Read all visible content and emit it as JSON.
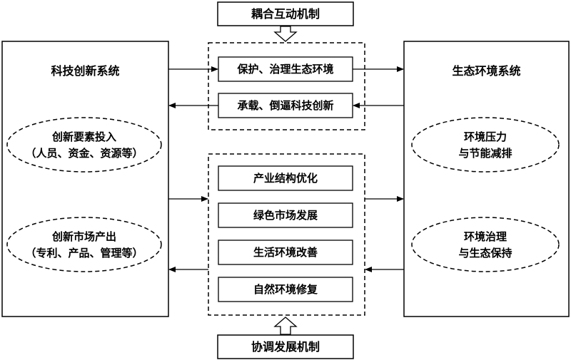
{
  "top_mechanism": "耦合互动机制",
  "bottom_mechanism": "协调发展机制",
  "left_system": {
    "title": "科技创新系统",
    "input": [
      "创新要素投入",
      "（人员、资金、资源等）"
    ],
    "output": [
      "创新市场产出",
      "（专利、产品、管理等）"
    ]
  },
  "right_system": {
    "title": "生态环境系统",
    "pressure": [
      "环境压力",
      "与节能减排"
    ],
    "governance": [
      "环境治理",
      "与生态保持"
    ]
  },
  "interaction": {
    "protect": "保护、治理生态环境",
    "force": "承载、倒逼科技创新"
  },
  "coordination": [
    "产业结构优化",
    "绿色市场发展",
    "生活环境改善",
    "自然环境修复"
  ]
}
